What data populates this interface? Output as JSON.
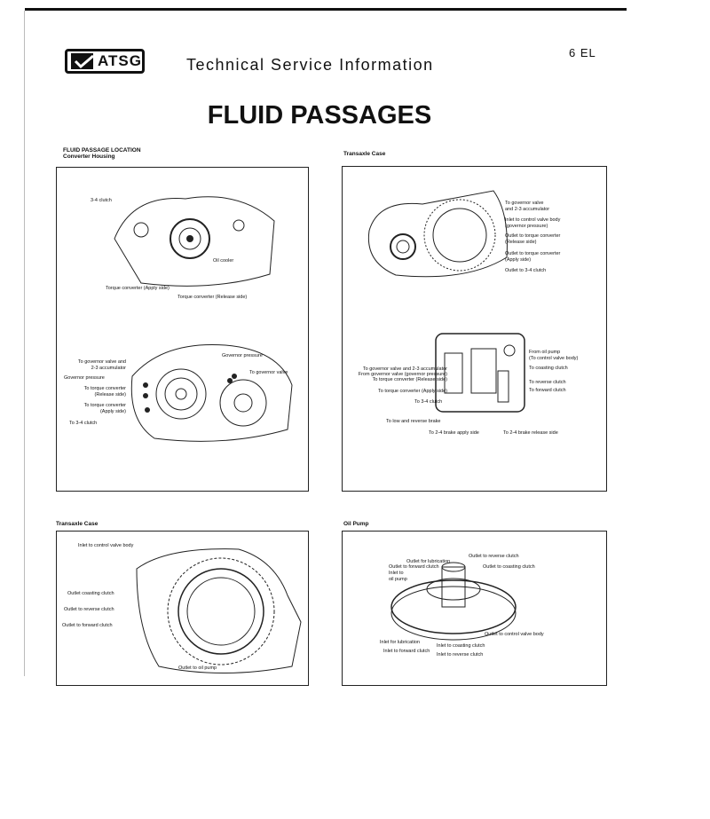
{
  "header": {
    "logo": "ATSG",
    "subtitle": "Technical Service Information",
    "code": "6 EL"
  },
  "title": "FLUID PASSAGES",
  "panels": [
    {
      "caption1": "FLUID PASSAGE LOCATION",
      "caption2": "Converter Housing",
      "labels_top": [
        "3-4 clutch",
        "Oil cooler",
        "Torque converter (Apply side)",
        "Torque converter (Release side)"
      ],
      "labels_bottom": [
        "To governor valve and",
        "2-3 accumulator",
        "Governor pressure",
        "To torque converter",
        "(Release side)",
        "To torque converter",
        "(Apply side)",
        "To 3-4 clutch",
        "Governor pressure",
        "To governor valve"
      ]
    },
    {
      "caption": "Transaxle Case",
      "labels_top": [
        "To governor valve",
        "and 2-3 accumulator",
        "Inlet to control valve body",
        "(governor pressure)",
        "Outlet to torque converter",
        "(Release side)",
        "Outlet to torque converter",
        "(Apply side)",
        "Outlet to 3-4 clutch"
      ],
      "labels_bottom": [
        "From oil pump",
        "(To control valve body)",
        "To coasting clutch",
        "To reverse clutch",
        "To forward clutch",
        "To governor valve and 2-3 accumulator",
        "From governor valve (governor pressure)",
        "To torque converter (Release side)",
        "To torque converter (Apply side)",
        "To 3-4 clutch",
        "To low and reverse brake",
        "To 2-4 brake apply side",
        "To 2-4 brake release side"
      ]
    },
    {
      "caption": "Transaxle Case",
      "labels": [
        "Inlet to control valve body",
        "Outlet coasting clutch",
        "Outlet to reverse clutch",
        "Outlet to forward clutch",
        "Outlet to oil pump"
      ]
    },
    {
      "caption": "Oil Pump",
      "labels": [
        "Outlet to reverse clutch",
        "Outlet for lubrication",
        "Outlet to forward clutch",
        "Outlet to coasting clutch",
        "Inlet to",
        "oil pump",
        "Outlet to control valve body",
        "Inlet for lubrication",
        "Inlet to coasting clutch",
        "Inlet to forward clutch",
        "Inlet to reverse clutch"
      ]
    }
  ]
}
